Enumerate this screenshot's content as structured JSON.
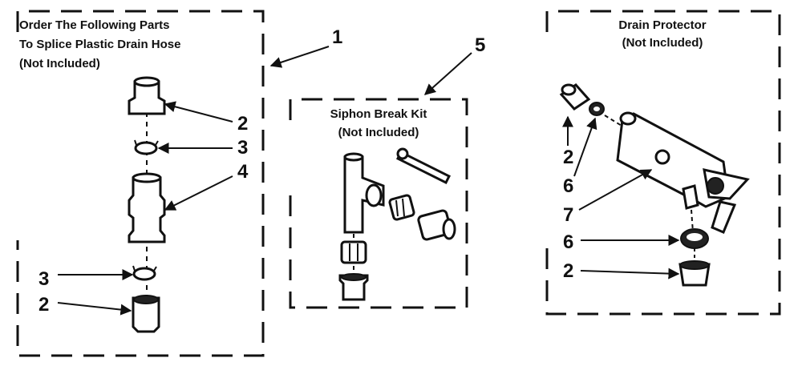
{
  "panels": {
    "splice": {
      "title_lines": [
        "Order The Following Parts",
        "To Splice Plastic Drain Hose",
        "(Not Included)"
      ]
    },
    "siphon": {
      "title_lines": [
        "Siphon Break Kit",
        "(Not Included)"
      ]
    },
    "protector": {
      "title_lines": [
        "Drain Protector",
        "(Not Included)"
      ]
    }
  },
  "callouts": {
    "splice_kit": "1",
    "splice_upper_connector": "2",
    "splice_upper_clamp": "3",
    "splice_coupler": "4",
    "splice_lower_clamp": "3",
    "splice_lower_connector": "2",
    "siphon_kit": "5",
    "protector_connector_top": "2",
    "protector_clamp_top": "6",
    "protector_body": "7",
    "protector_clamp_bottom": "6",
    "protector_connector_bottom": "2"
  }
}
